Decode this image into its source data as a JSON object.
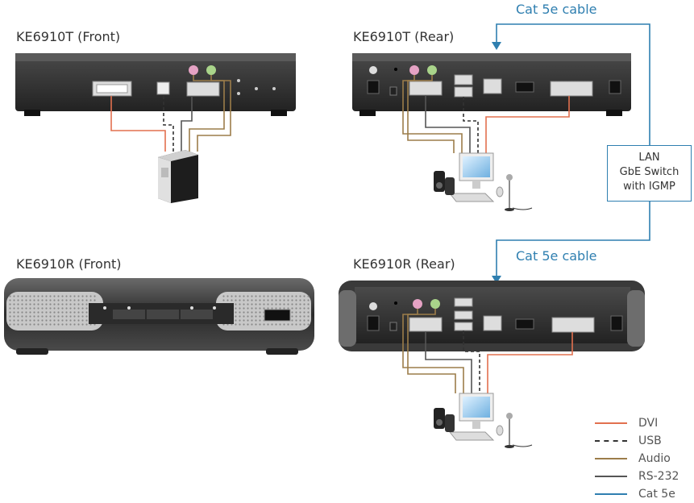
{
  "labels": {
    "tx_front": "KE6910T (Front)",
    "tx_rear": "KE6910T (Rear)",
    "rx_front": "KE6910R (Front)",
    "rx_rear": "KE6910R (Rear)"
  },
  "cables": {
    "top": "Cat 5e cable",
    "bottom": "Cat 5e cable"
  },
  "switch_box": {
    "line1": "LAN",
    "line2": "GbE Switch",
    "line3": "with IGMP"
  },
  "legend": [
    {
      "name": "DVI",
      "color": "#e2704f",
      "style": "solid"
    },
    {
      "name": "USB",
      "color": "#333333",
      "style": "dashed"
    },
    {
      "name": "Audio",
      "color": "#9c7d4a",
      "style": "solid"
    },
    {
      "name": "RS-232",
      "color": "#555555",
      "style": "solid"
    },
    {
      "name": "Cat 5e",
      "color": "#2f7fb0",
      "style": "solid"
    }
  ]
}
